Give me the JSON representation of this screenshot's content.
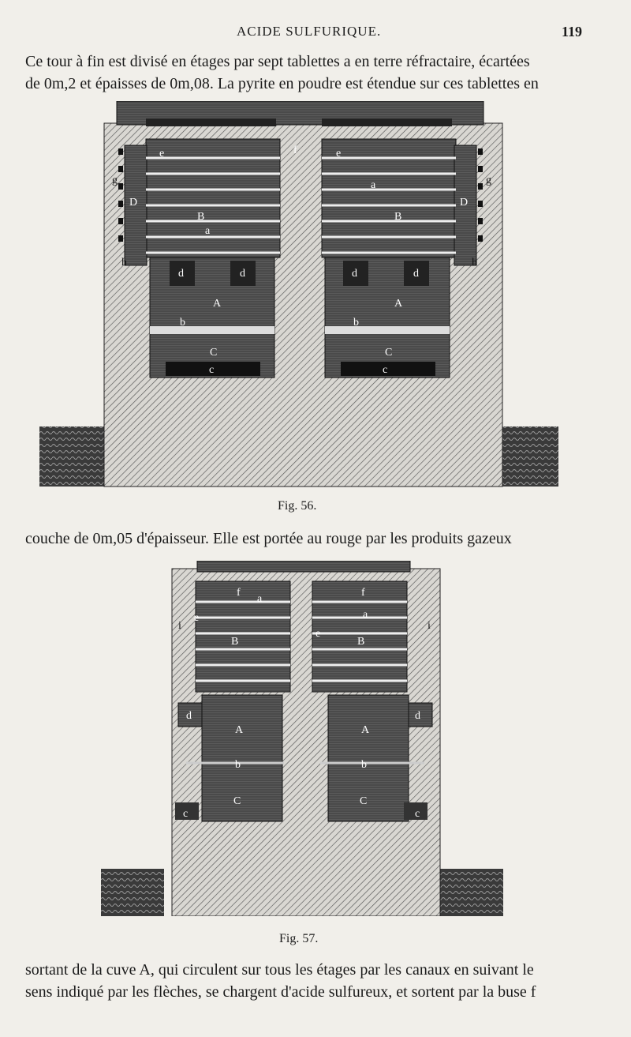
{
  "header": {
    "title": "ACIDE SULFURIQUE.",
    "page_number": "119"
  },
  "text": {
    "para1_line1": "Ce tour à fin est divisé en étages par sept tablettes a en terre réfractaire, écartées",
    "para1_line2": "de 0m,2 et épaisses de 0m,08. La pyrite en poudre est étendue sur ces tablettes en",
    "para2": "couche de 0m,05 d'épaisseur. Elle est portée au rouge par les produits gazeux",
    "para3_line1": "sortant de la cuve A, qui circulent sur tous les étages par les canaux en suivant le",
    "para3_line2": "sens indiqué par les flèches, se chargent d'acide sulfureux, et sortent par la buse f"
  },
  "figures": [
    {
      "caption": "Fig. 56.",
      "labels": {
        "A": "A",
        "B": "B",
        "C": "C",
        "D": "D",
        "a": "a",
        "b": "b",
        "c": "c",
        "d": "d",
        "e": "e",
        "f": "f",
        "g": "g",
        "h": "h"
      }
    },
    {
      "caption": "Fig. 57.",
      "labels": {
        "A": "A",
        "B": "B",
        "C": "C",
        "a": "a",
        "b": "b",
        "c": "c",
        "d": "d",
        "e": "e",
        "f": "f",
        "i": "i"
      }
    }
  ]
}
